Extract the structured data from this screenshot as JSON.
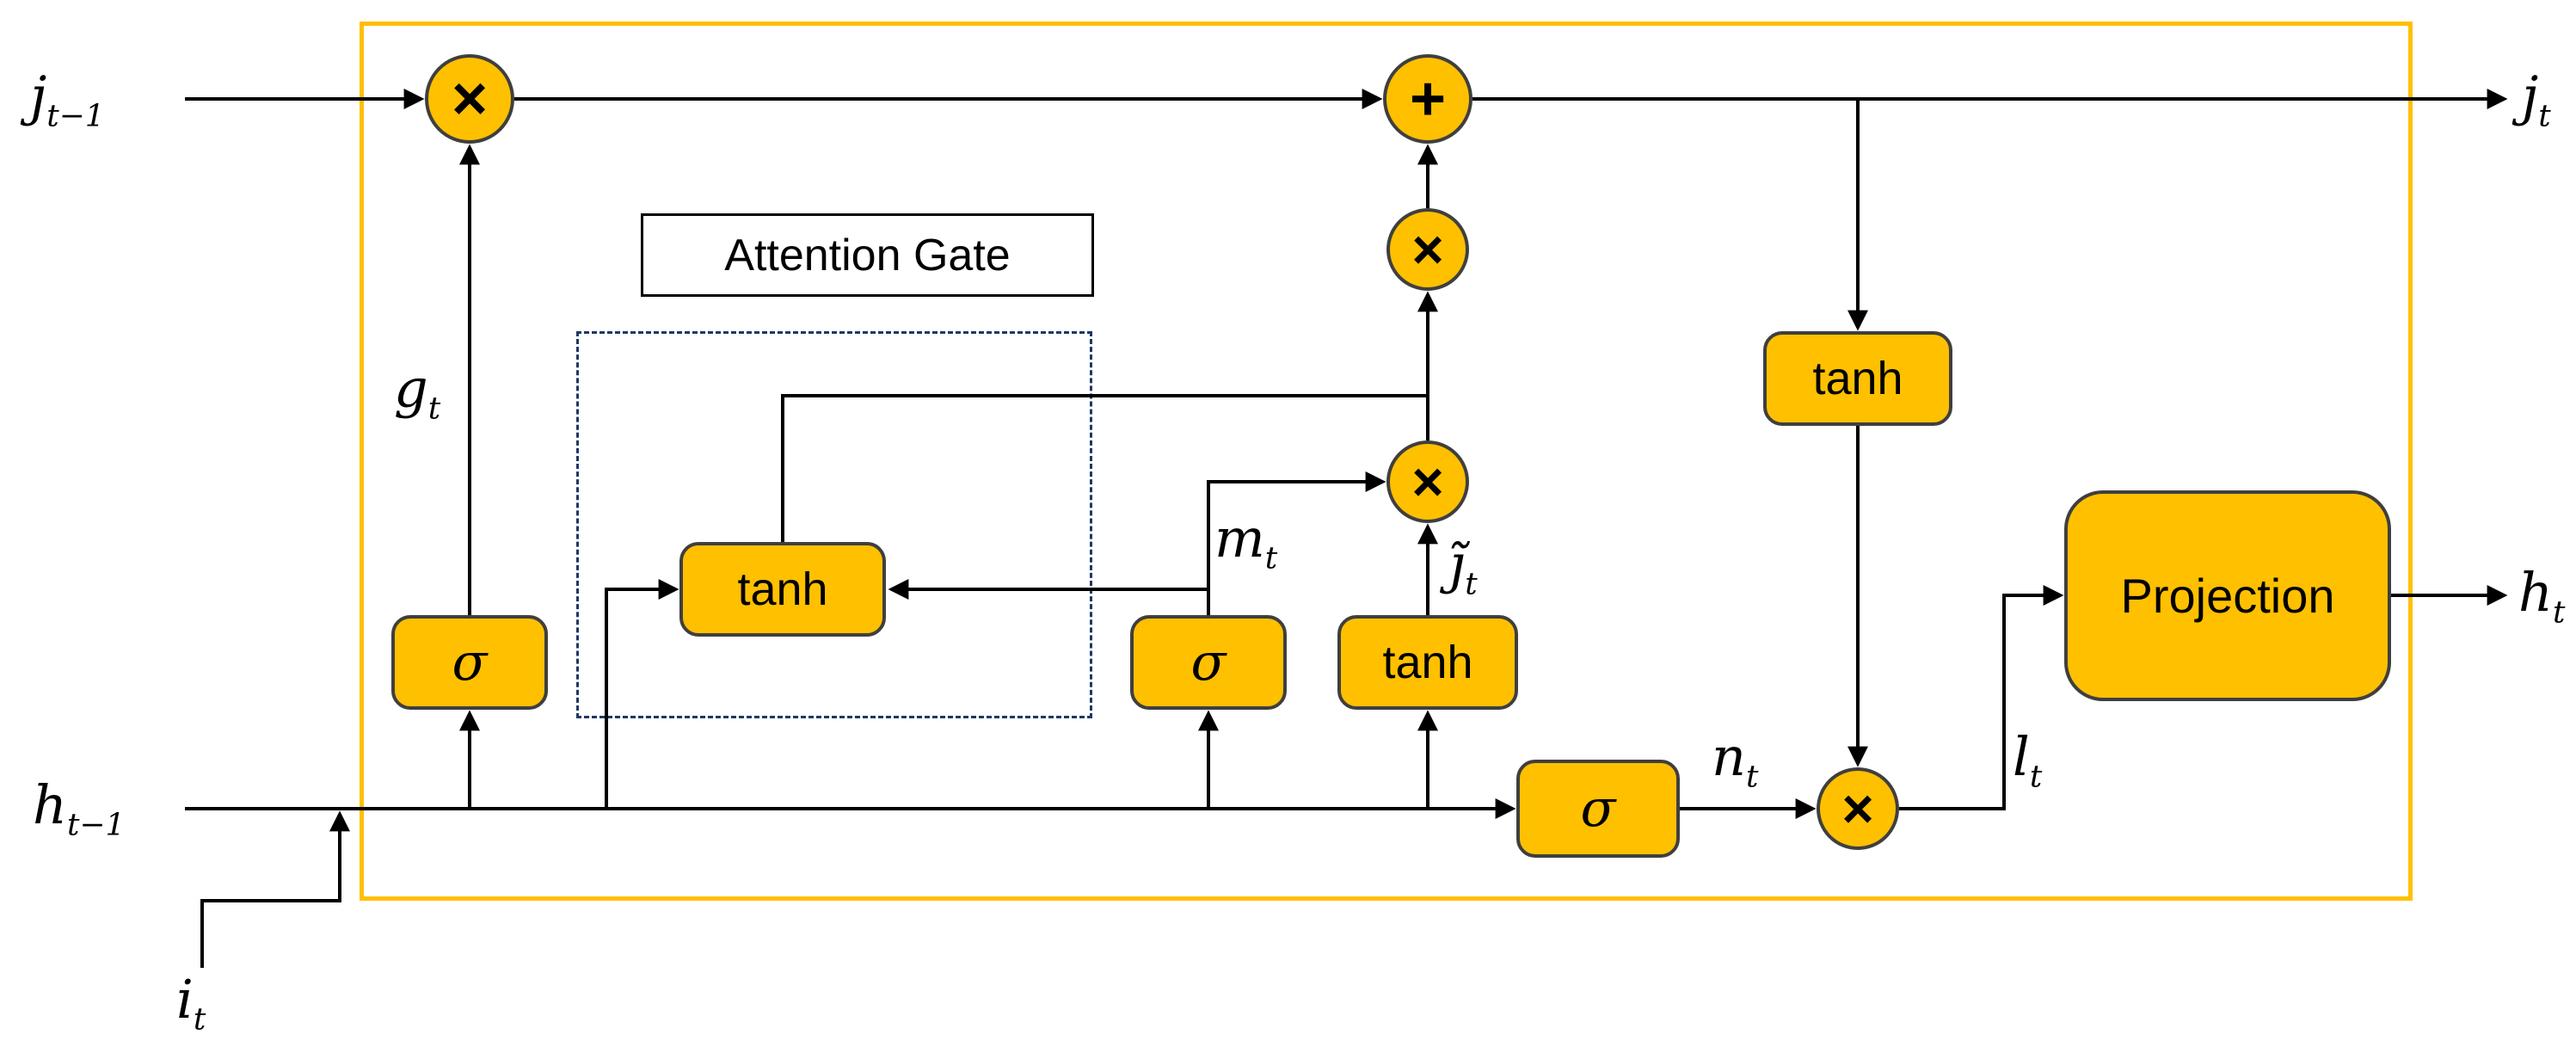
{
  "diagram": {
    "attention_gate_label": "Attention Gate",
    "nodes": {
      "multiply": "×",
      "add": "+",
      "sigma": "σ",
      "tanh": "tanh",
      "projection": "Projection"
    },
    "labels": {
      "j_prev": {
        "base": "j",
        "sub": "t−1"
      },
      "j_next": {
        "base": "j",
        "sub": "t"
      },
      "h_prev": {
        "base": "h",
        "sub": "t−1"
      },
      "h_next": {
        "base": "h",
        "sub": "t"
      },
      "i_in": {
        "base": "i",
        "sub": "t"
      },
      "g": {
        "base": "g",
        "sub": "t"
      },
      "m": {
        "base": "m",
        "sub": "t"
      },
      "j_tilde": {
        "base": "ȷ̃",
        "sub": "t"
      },
      "n": {
        "base": "n",
        "sub": "t"
      },
      "l": {
        "base": "l",
        "sub": "t"
      }
    },
    "colors": {
      "node_fill": "#FFC000",
      "node_border": "#3F3F3F",
      "outer_border": "#FFC000",
      "attention_dashed": "#1F3864",
      "line": "#000000",
      "background": "#FFFFFF"
    }
  }
}
